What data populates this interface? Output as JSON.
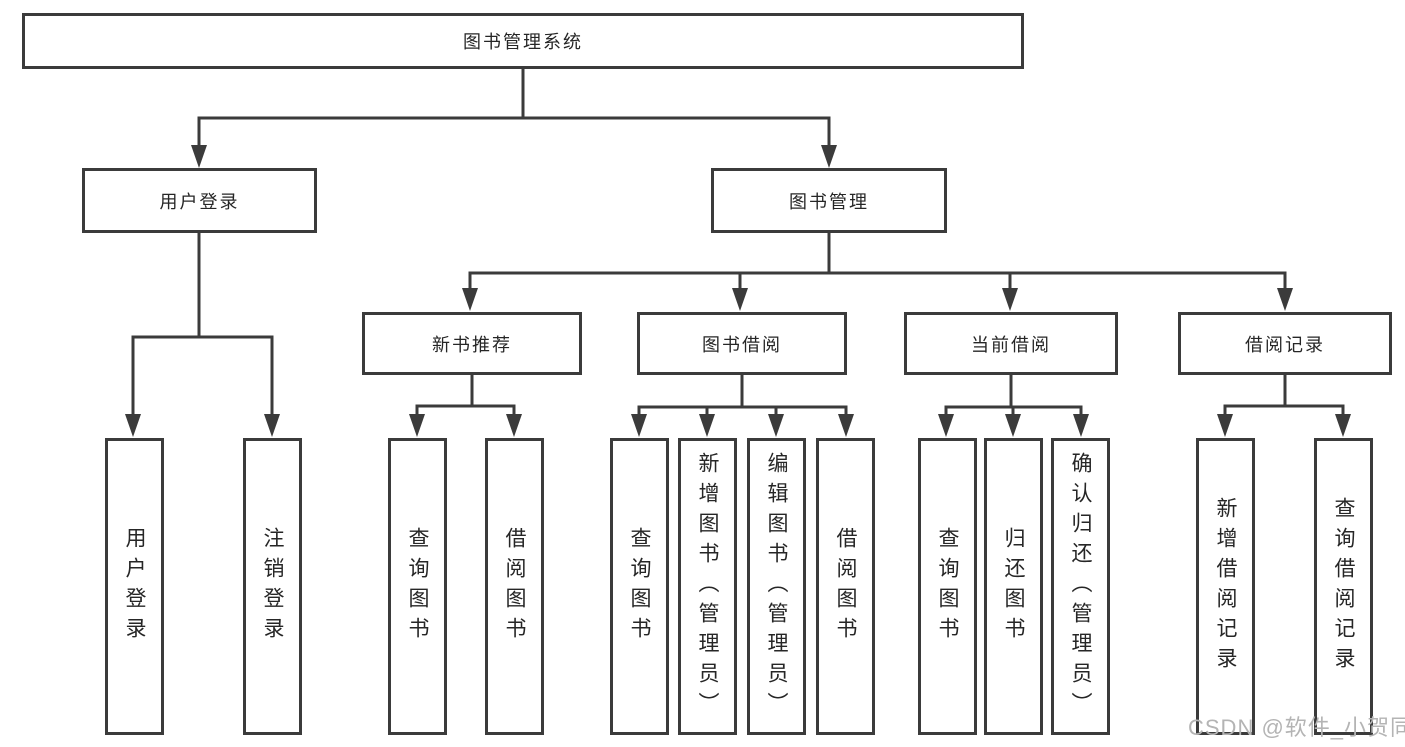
{
  "diagram": {
    "type": "hierarchy-tree",
    "root": {
      "label": "图书管理系统"
    },
    "level2": [
      {
        "label": "用户登录"
      },
      {
        "label": "图书管理"
      }
    ],
    "level3": [
      {
        "label": "新书推荐",
        "parent": "图书管理"
      },
      {
        "label": "图书借阅",
        "parent": "图书管理"
      },
      {
        "label": "当前借阅",
        "parent": "图书管理"
      },
      {
        "label": "借阅记录",
        "parent": "图书管理"
      }
    ],
    "leaves": [
      {
        "label": "用户登录",
        "parent": "用户登录"
      },
      {
        "label": "注销登录",
        "parent": "用户登录"
      },
      {
        "label": "查询图书",
        "parent": "新书推荐"
      },
      {
        "label": "借阅图书",
        "parent": "新书推荐"
      },
      {
        "label": "查询图书",
        "parent": "图书借阅"
      },
      {
        "label": "新增图书（管理员）",
        "parent": "图书借阅"
      },
      {
        "label": "编辑图书（管理员）",
        "parent": "图书借阅"
      },
      {
        "label": "借阅图书",
        "parent": "图书借阅"
      },
      {
        "label": "查询图书",
        "parent": "当前借阅"
      },
      {
        "label": "归还图书",
        "parent": "当前借阅"
      },
      {
        "label": "确认归还（管理员）",
        "parent": "当前借阅"
      },
      {
        "label": "新增借阅记录",
        "parent": "借阅记录"
      },
      {
        "label": "查询借阅记录",
        "parent": "借阅记录"
      }
    ],
    "colors": {
      "line": "#3b3b3b",
      "text": "#262626",
      "background": "#ffffff",
      "watermark": "#b4b4b4"
    },
    "watermark": "CSDN @软件_小贺同学"
  }
}
